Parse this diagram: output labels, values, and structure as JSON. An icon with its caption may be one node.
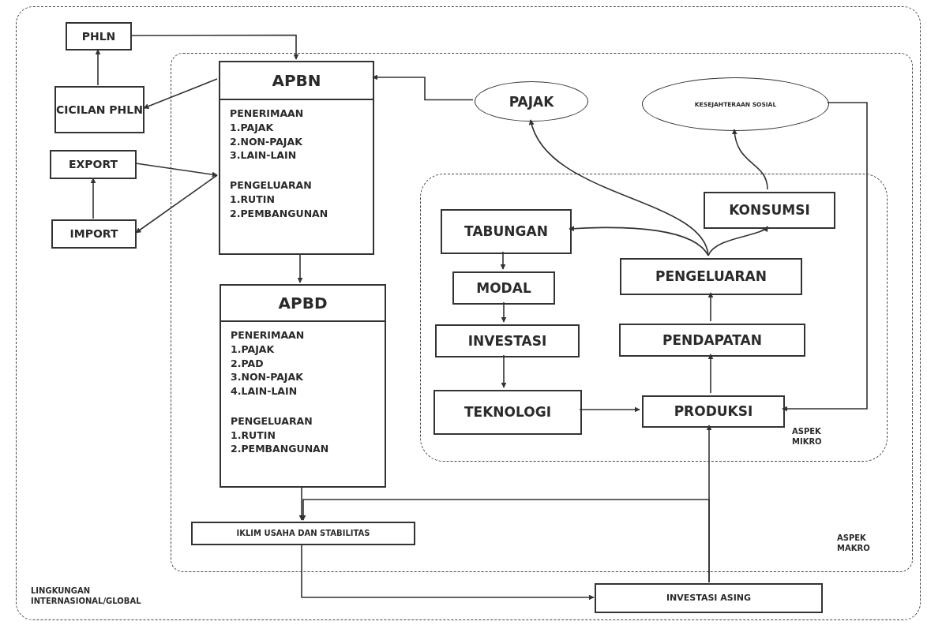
{
  "diagram": {
    "nodes": [
      {
        "text": [
          "LINGKUNGAN INTERNASIONAL/GLOBAL"
        ]
      },
      {
        "text": [
          "PHLN"
        ],
        "in": 0
      },
      {
        "text": [
          "CICILAN PHLN"
        ],
        "in": 0
      },
      {
        "text": [
          "EXPORT"
        ],
        "in": 0
      },
      {
        "text": [
          "IMPORT"
        ],
        "in": 0
      },
      {
        "text": [
          "ASPEK MAKRO"
        ],
        "in": 0
      },
      {
        "text": [
          "APBN",
          "PENERIMAAN 1.PAJAK 2.NON-PAJAK 3.LAIN-LAIN",
          "PENGELUARAN 1.RUTIN 2.PEMBANGUNAN"
        ],
        "in": 5
      },
      {
        "text": [
          "PAJAK"
        ],
        "in": 5
      },
      {
        "text": [
          "KESEJAHTERAAN SOSIAL"
        ],
        "in": 5
      },
      {
        "text": [
          "ASPEK MIKRO"
        ],
        "in": 5
      },
      {
        "text": [
          "TABUNGAN"
        ],
        "in": 9
      },
      {
        "text": [
          "KONSUMSI"
        ],
        "in": 9
      },
      {
        "text": [
          "PENGELUARAN"
        ],
        "in": 9
      },
      {
        "text": [
          "MODAL"
        ],
        "in": 9
      },
      {
        "text": [
          "INVESTASI"
        ],
        "in": 9
      },
      {
        "text": [
          "PENDAPATAN"
        ],
        "in": 9
      },
      {
        "text": [
          "TEKNOLOGI"
        ],
        "in": 9
      },
      {
        "text": [
          "PRODUKSI"
        ],
        "in": 9
      },
      {
        "text": [
          "APBD",
          "PENERIMAAN 1.PAJAK 2.PAD 3.NON-PAJAK 4.LAIN-LAIN",
          "PENGELUARAN 1.RUTIN 2.PEMBANGUNAN"
        ],
        "in": 5
      },
      {
        "text": [
          "IKLIM USAHA DAN STABILITAS"
        ],
        "in": 5
      },
      {
        "text": [
          "INVESTASI ASING"
        ],
        "in": 0
      }
    ],
    "edges": [
      {
        "from": 1,
        "to": 6,
        "arrow": "to"
      },
      {
        "from": 2,
        "to": 1,
        "arrow": "to"
      },
      {
        "from": 6,
        "to": 2,
        "arrow": "to"
      },
      {
        "from": 3,
        "to": 6,
        "arrow": "to"
      },
      {
        "from": 6,
        "to": 4,
        "arrow": "to"
      },
      {
        "from": 4,
        "to": 3,
        "arrow": "to"
      },
      {
        "from": 7,
        "to": 6,
        "arrow": "to"
      },
      {
        "from": 6,
        "to": 18,
        "arrow": "to"
      },
      {
        "from": 12,
        "to": 7,
        "arrow": "to"
      },
      {
        "from": 12,
        "to": 10,
        "arrow": "to"
      },
      {
        "from": 12,
        "to": 11,
        "arrow": "to"
      },
      {
        "from": 11,
        "to": 8,
        "arrow": "to"
      },
      {
        "from": 8,
        "to": 17,
        "arrow": "to"
      },
      {
        "from": 10,
        "to": 13,
        "arrow": "to"
      },
      {
        "from": 13,
        "to": 14,
        "arrow": "to"
      },
      {
        "from": 14,
        "to": 16,
        "arrow": "to"
      },
      {
        "from": 16,
        "to": 17,
        "arrow": "to"
      },
      {
        "from": 17,
        "to": 15,
        "arrow": "to"
      },
      {
        "from": 15,
        "to": 12,
        "arrow": "to"
      },
      {
        "from": 18,
        "to": 19,
        "arrow": "to"
      },
      {
        "from": 20,
        "to": 17,
        "arrow": "to"
      },
      {
        "from": 20,
        "to": 19,
        "arrow": "to"
      },
      {
        "from": 19,
        "to": 20,
        "arrow": "to"
      }
    ]
  }
}
